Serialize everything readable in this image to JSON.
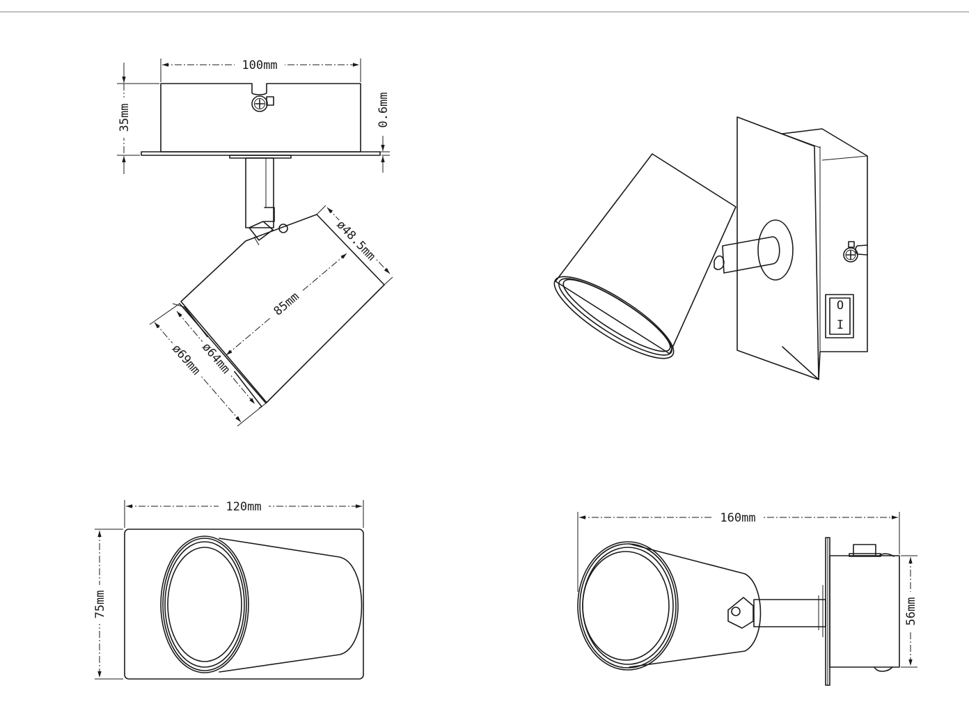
{
  "dimensions": {
    "top_width": "100mm",
    "top_height": "35mm",
    "plate_thickness": "0.6mm",
    "head_back_diameter": "ø48.5mm",
    "head_length": "85mm",
    "head_inner_diameter": "ø64mm",
    "head_outer_diameter": "ø69mm",
    "front_width": "120mm",
    "front_height": "75mm",
    "side_length": "160mm",
    "side_height": "56mm"
  },
  "switch": {
    "on_mark": "I",
    "off_mark": "O"
  }
}
